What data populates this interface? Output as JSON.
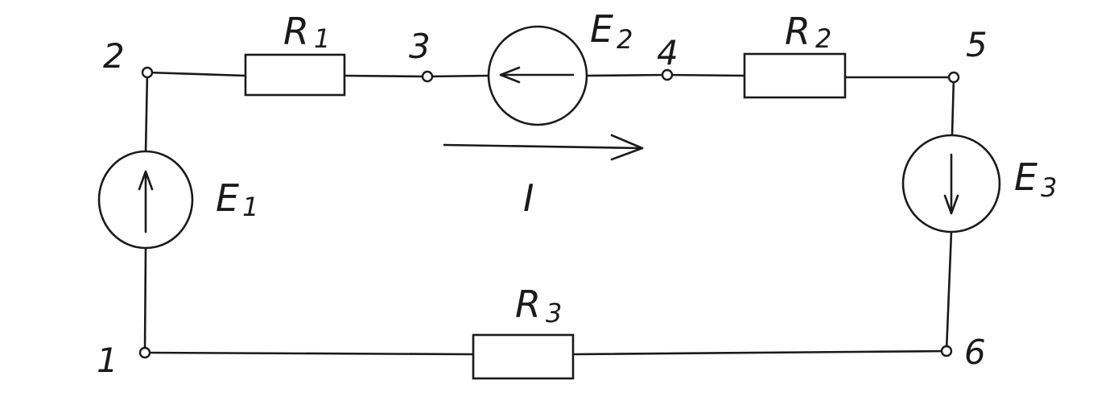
{
  "nodes": [
    "1",
    "2",
    "3",
    "4",
    "5",
    "6"
  ],
  "resistors": {
    "r1": {
      "letter": "R",
      "index": "1"
    },
    "r2": {
      "letter": "R",
      "index": "2"
    },
    "r3": {
      "letter": "R",
      "index": "3"
    }
  },
  "sources": {
    "e1": {
      "letter": "E",
      "index": "1"
    },
    "e2": {
      "letter": "E",
      "index": "2"
    },
    "e3": {
      "letter": "E",
      "index": "3"
    }
  },
  "current_label": "I",
  "ink_color": "#1a1a1a"
}
